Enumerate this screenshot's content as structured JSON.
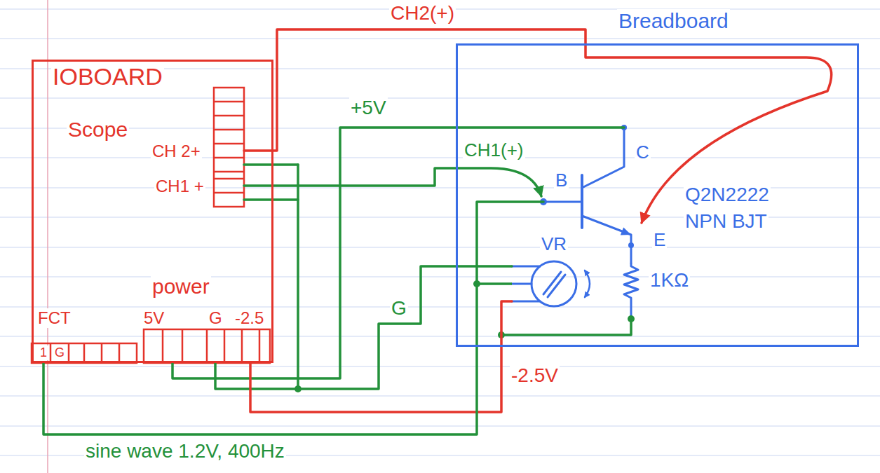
{
  "diagram": {
    "nodes": [
      {
        "text": [
          "IOBOARD"
        ]
      },
      {
        "text": [
          "Breadboard"
        ]
      }
    ],
    "edges": [
      {
        "from": 0,
        "to": 1,
        "label": "CH2(+)",
        "arrow": "to"
      },
      {
        "from": 0,
        "to": 1,
        "label": "+5V",
        "arrow": "none"
      },
      {
        "from": 0,
        "to": 1,
        "label": "CH1(+)",
        "arrow": "to"
      },
      {
        "from": 0,
        "to": 1,
        "label": "G",
        "arrow": "none"
      },
      {
        "from": 0,
        "to": 1,
        "label": "-2.5V",
        "arrow": "none"
      },
      {
        "from": 0,
        "to": 1,
        "label": "sine wave 1.2V, 400Hz",
        "arrow": "none"
      }
    ],
    "labels": [
      "Scope",
      "CH 2+",
      "CH1 +",
      "power",
      "FCT",
      "5V",
      "G",
      "-2.5",
      "1",
      "G",
      "B",
      "C",
      "E",
      "Q2N2222",
      "NPN BJT",
      "VR",
      "1KΩ"
    ]
  }
}
